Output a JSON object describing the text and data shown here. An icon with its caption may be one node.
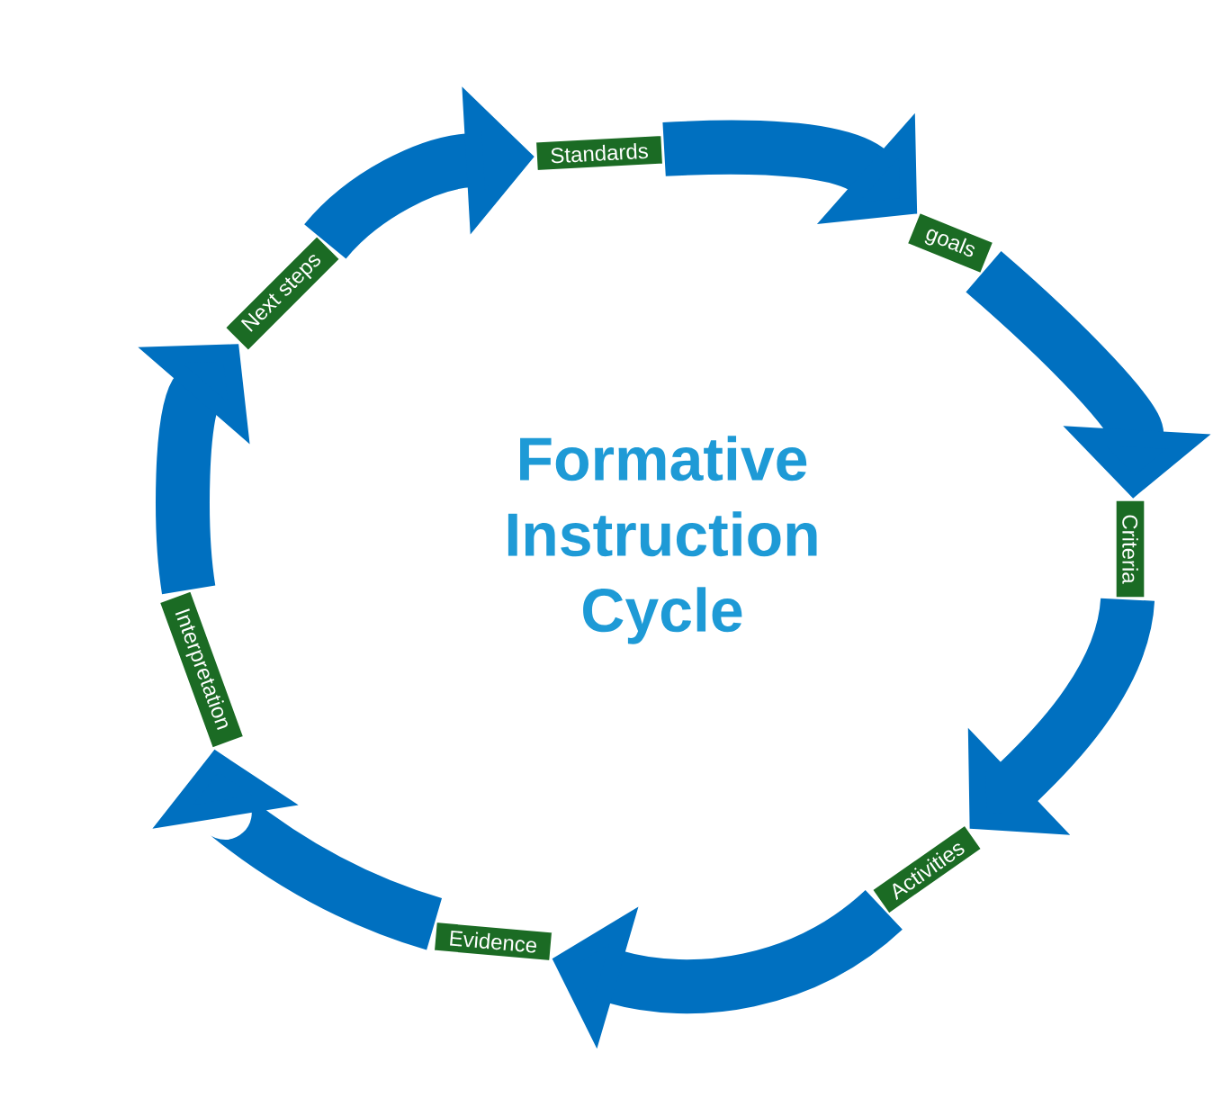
{
  "diagram": {
    "title": "Formative Instruction Cycle",
    "nodes": [
      {
        "text": [
          "Standards"
        ]
      },
      {
        "text": [
          "goals"
        ]
      },
      {
        "text": [
          "Criteria"
        ]
      },
      {
        "text": [
          "Activities"
        ]
      },
      {
        "text": [
          "Evidence"
        ]
      },
      {
        "text": [
          "Interpretation"
        ]
      },
      {
        "text": [
          "Next steps"
        ]
      }
    ],
    "edges": [
      {
        "from": 0,
        "to": 1,
        "arrow": "to"
      },
      {
        "from": 1,
        "to": 2,
        "arrow": "to"
      },
      {
        "from": 2,
        "to": 3,
        "arrow": "to"
      },
      {
        "from": 3,
        "to": 4,
        "arrow": "to"
      },
      {
        "from": 4,
        "to": 5,
        "arrow": "to"
      },
      {
        "from": 5,
        "to": 6,
        "arrow": "to"
      },
      {
        "from": 6,
        "to": 0,
        "arrow": "to"
      }
    ]
  }
}
